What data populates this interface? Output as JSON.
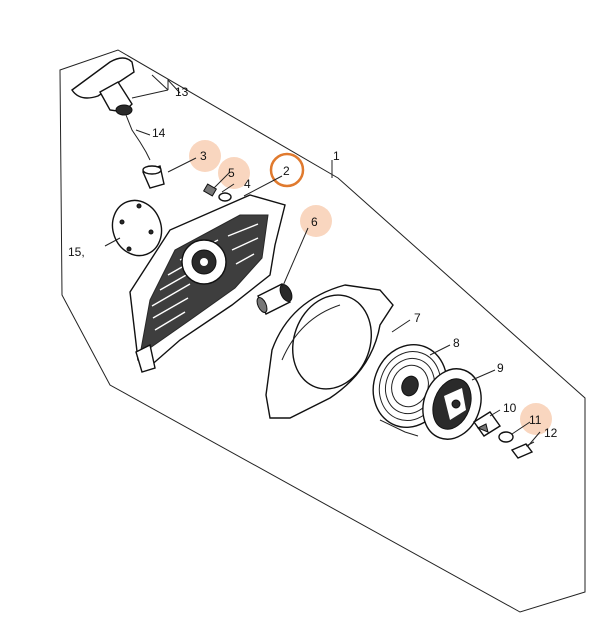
{
  "diagram": {
    "labels": {
      "p1": "1",
      "p2": "2",
      "p3": "3",
      "p4": "4",
      "p5": "5",
      "p6": "6",
      "p7": "7",
      "p8": "8",
      "p9": "9",
      "p10": "10",
      "p11": "11",
      "p12": "12",
      "p13": "13",
      "p14": "14",
      "p15": "15,"
    },
    "highlighted_parts": [
      "3",
      "5",
      "6",
      "11"
    ],
    "selected_part": "2",
    "colors": {
      "highlight": "#f8cfb4",
      "selected_ring": "#e07a2e"
    }
  }
}
